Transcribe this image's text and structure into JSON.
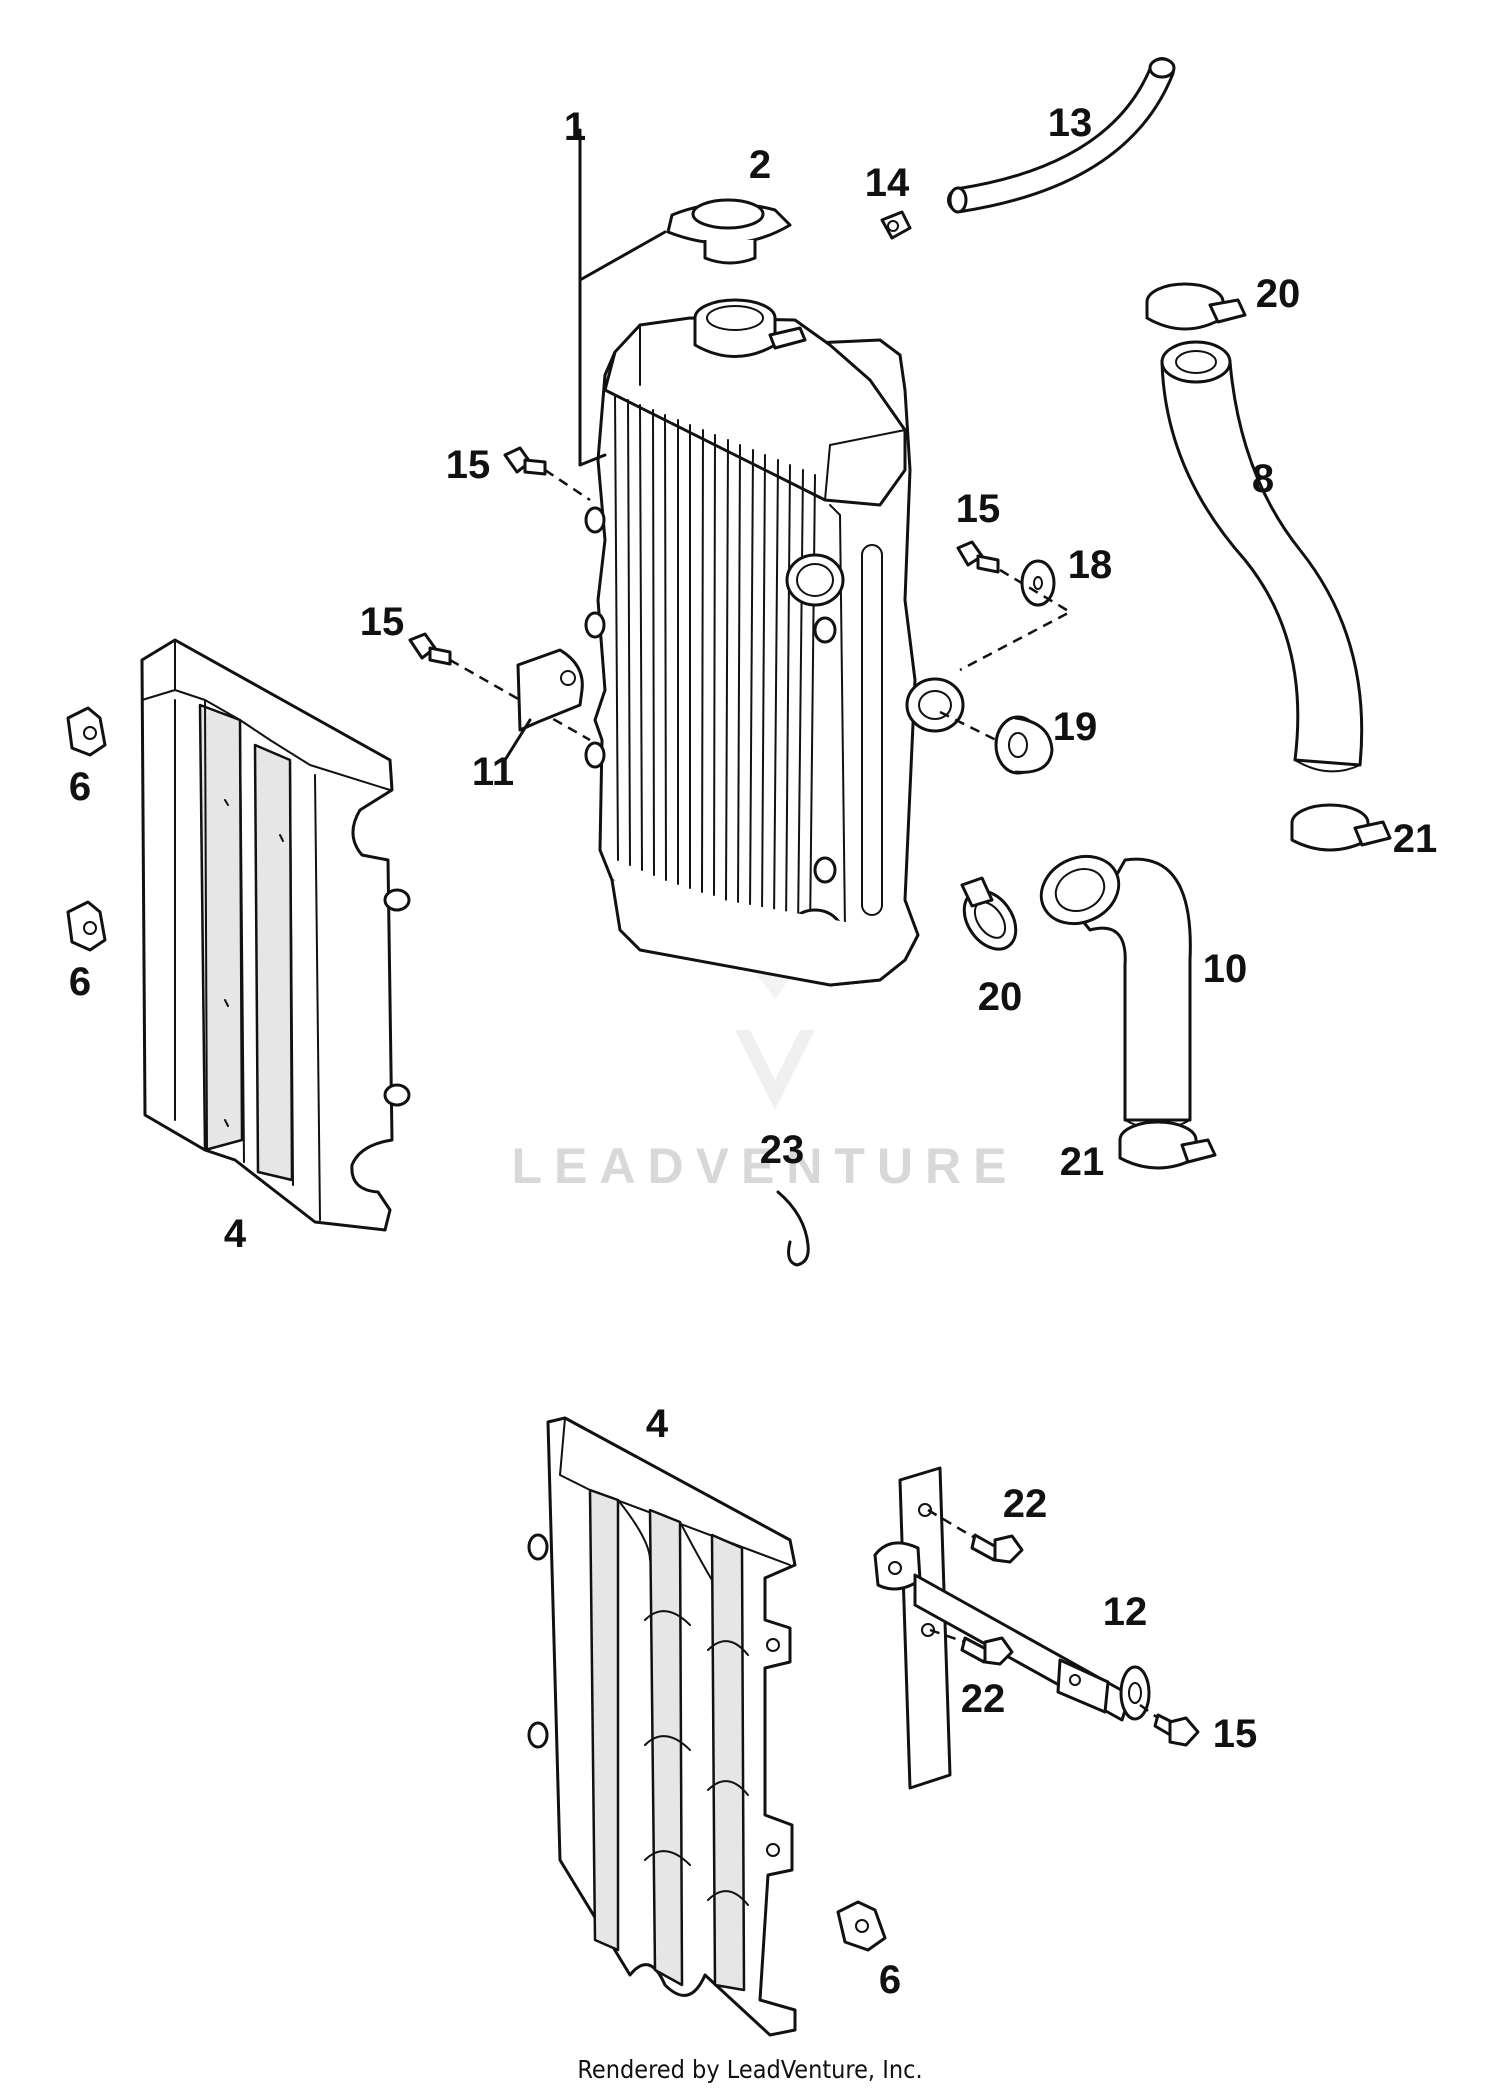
{
  "diagram": {
    "callouts": {
      "c1": "1",
      "c2": "2",
      "c4a": "4",
      "c4b": "4",
      "c6a": "6",
      "c6b": "6",
      "c6c": "6",
      "c8": "8",
      "c10": "10",
      "c11": "11",
      "c12": "12",
      "c13": "13",
      "c14": "14",
      "c15a": "15",
      "c15b": "15",
      "c15c": "15",
      "c15d": "15",
      "c18": "18",
      "c19": "19",
      "c20a": "20",
      "c20b": "20",
      "c21a": "21",
      "c21b": "21",
      "c22a": "22",
      "c22b": "22",
      "c23": "23"
    },
    "watermark": "LEADVENTURE"
  },
  "footer": {
    "text": "Rendered by LeadVenture, Inc."
  }
}
